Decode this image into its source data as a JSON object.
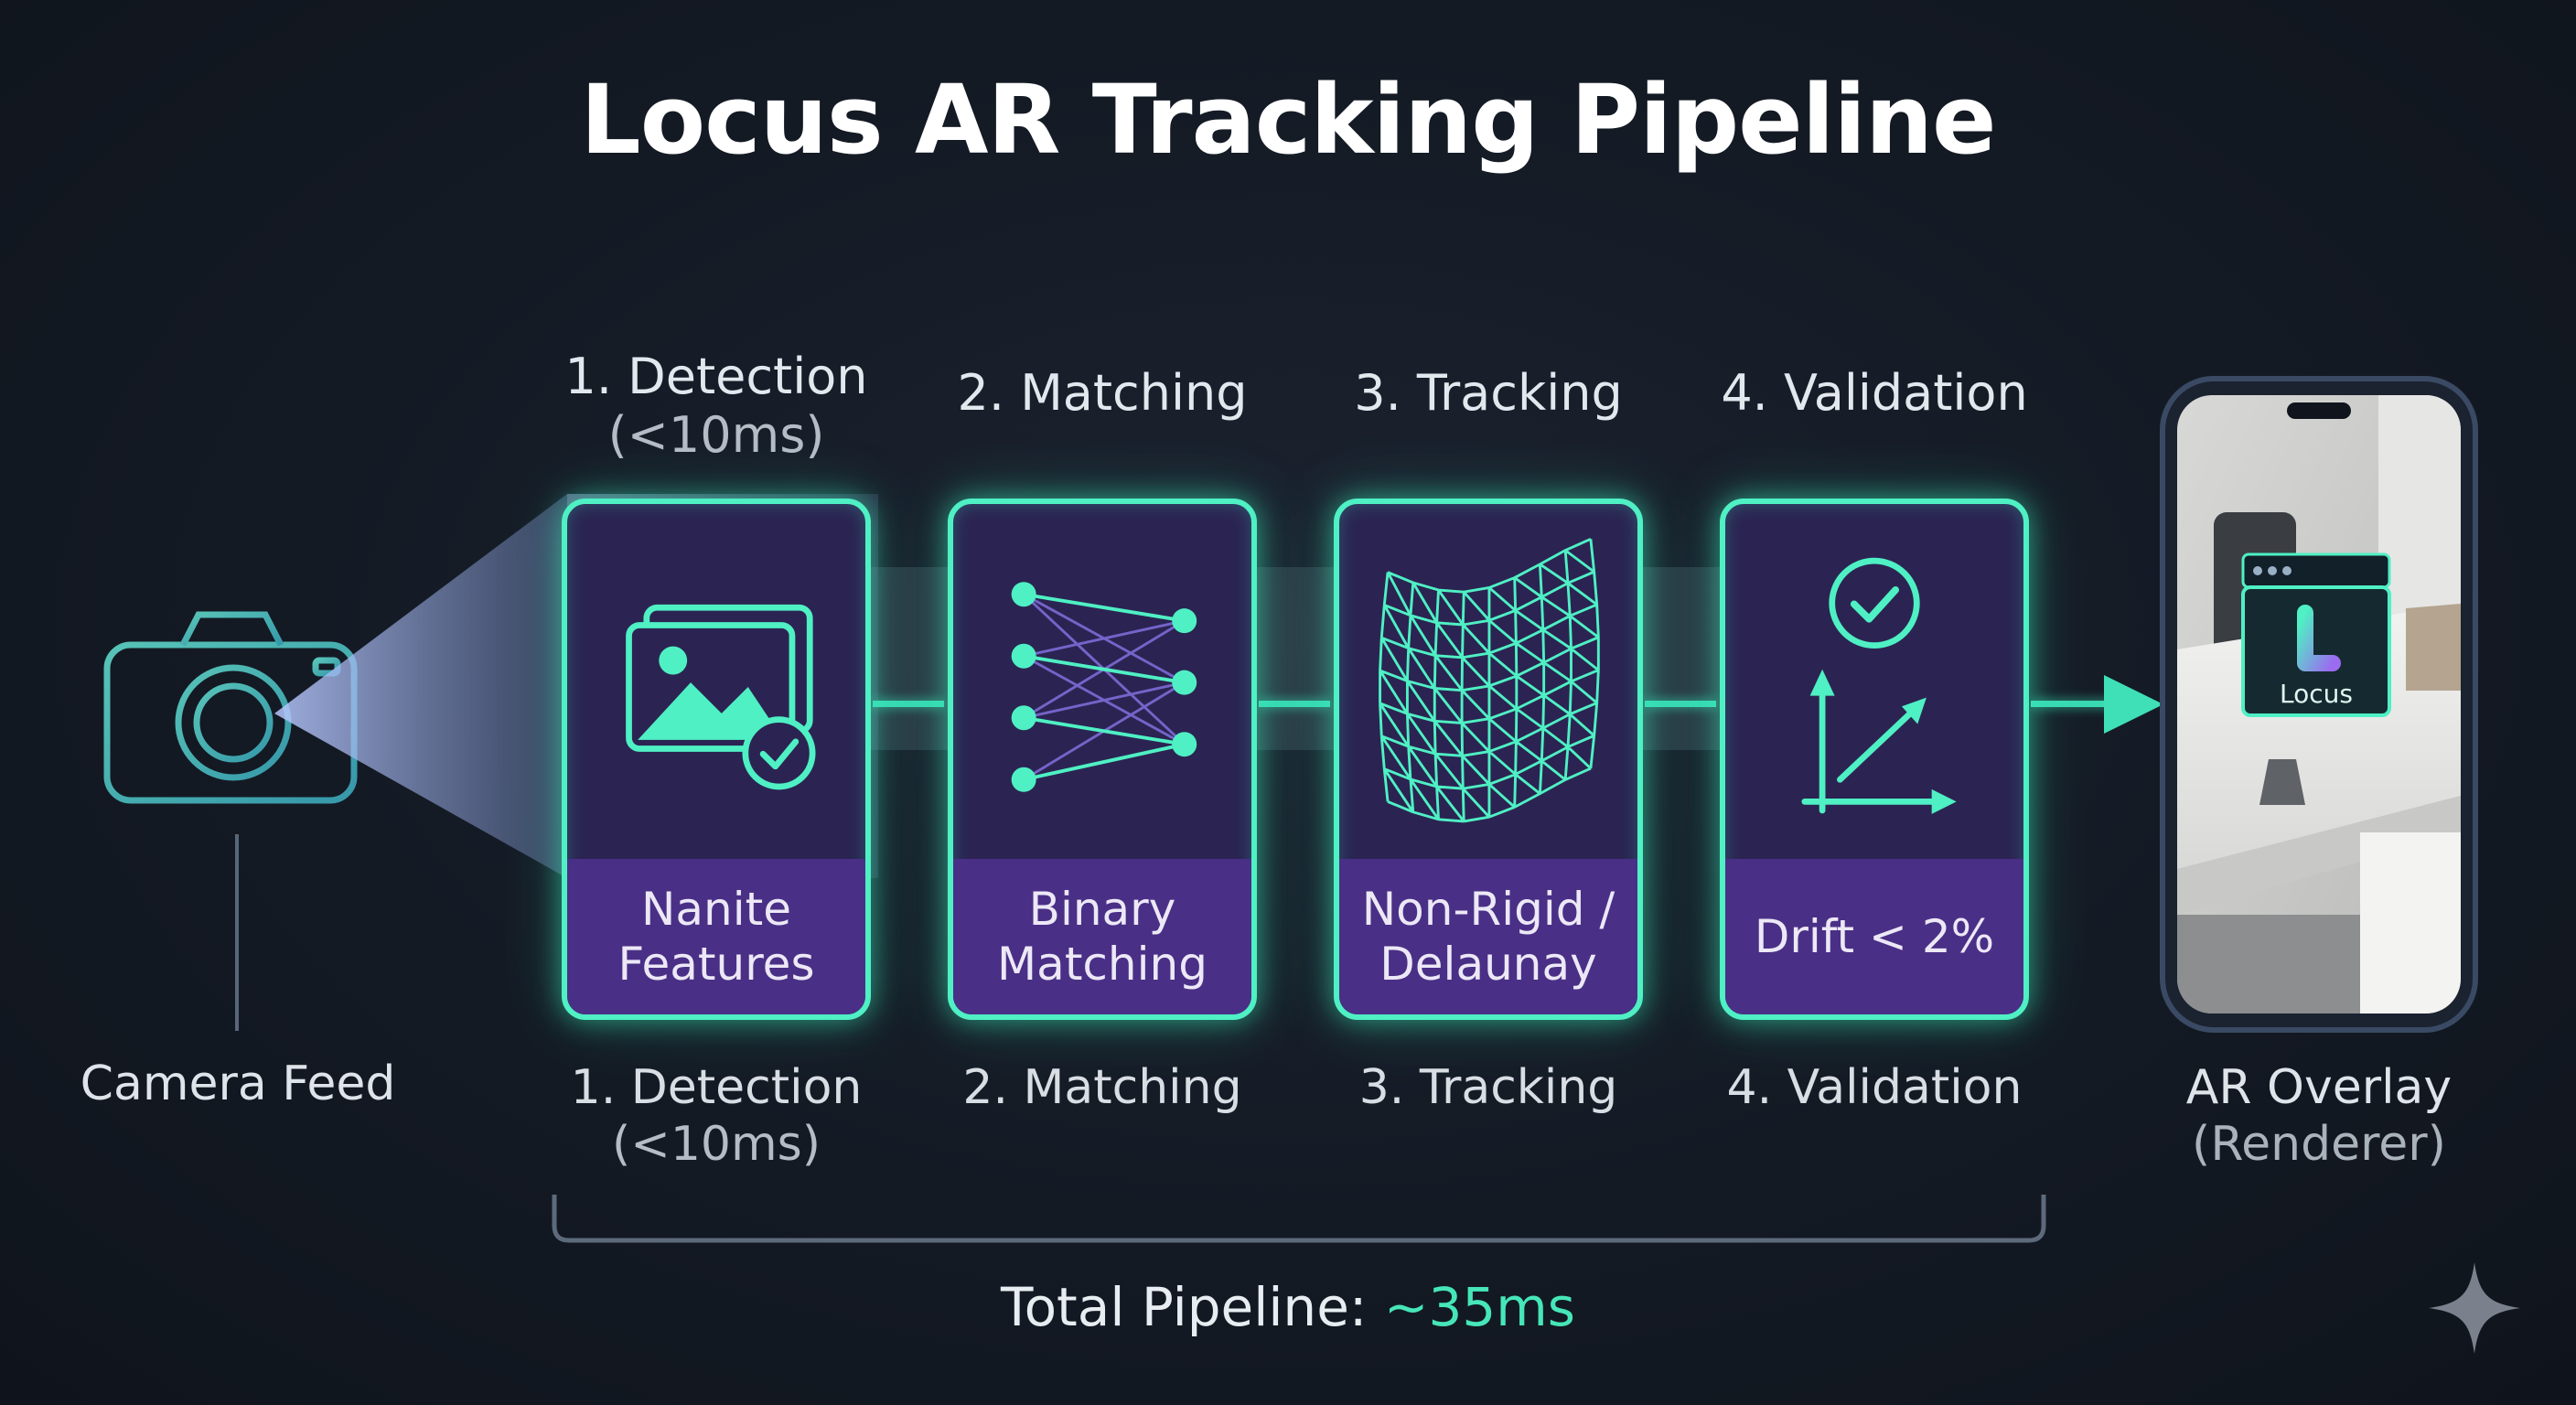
{
  "title": "Locus AR Tracking Pipeline",
  "source": {
    "label": "Camera Feed"
  },
  "stages": [
    {
      "top_title": "1. Detection",
      "top_sub": "(<10ms)",
      "caption": "Nanite\nFeatures",
      "bottom_title": "1. Detection",
      "bottom_sub": "(<10ms)"
    },
    {
      "top_title": "2. Matching",
      "top_sub": "",
      "caption": "Binary\nMatching",
      "bottom_title": "2. Matching",
      "bottom_sub": ""
    },
    {
      "top_title": "3. Tracking",
      "top_sub": "",
      "caption": "Non-Rigid /\nDelaunay",
      "bottom_title": "3. Tracking",
      "bottom_sub": ""
    },
    {
      "top_title": "4. Validation",
      "top_sub": "",
      "caption": "Drift < 2%",
      "bottom_title": "4. Validation",
      "bottom_sub": ""
    }
  ],
  "output": {
    "label": "AR Overlay",
    "sub": "(Renderer)",
    "badge": "Locus"
  },
  "footer": {
    "label": "Total Pipeline:",
    "value": "~35ms"
  },
  "icons": [
    "camera-icon",
    "image-check-icon",
    "bipartite-graph-icon",
    "mesh-icon",
    "check-circle-icon",
    "axis-arrow-icon",
    "arrow-right-icon",
    "phone-icon",
    "sparkle-icon"
  ],
  "colors": {
    "accent": "#4ff0c4",
    "card_bg": "#2b2452",
    "caption_bg": "#4a2f86",
    "background": "#141a24"
  }
}
